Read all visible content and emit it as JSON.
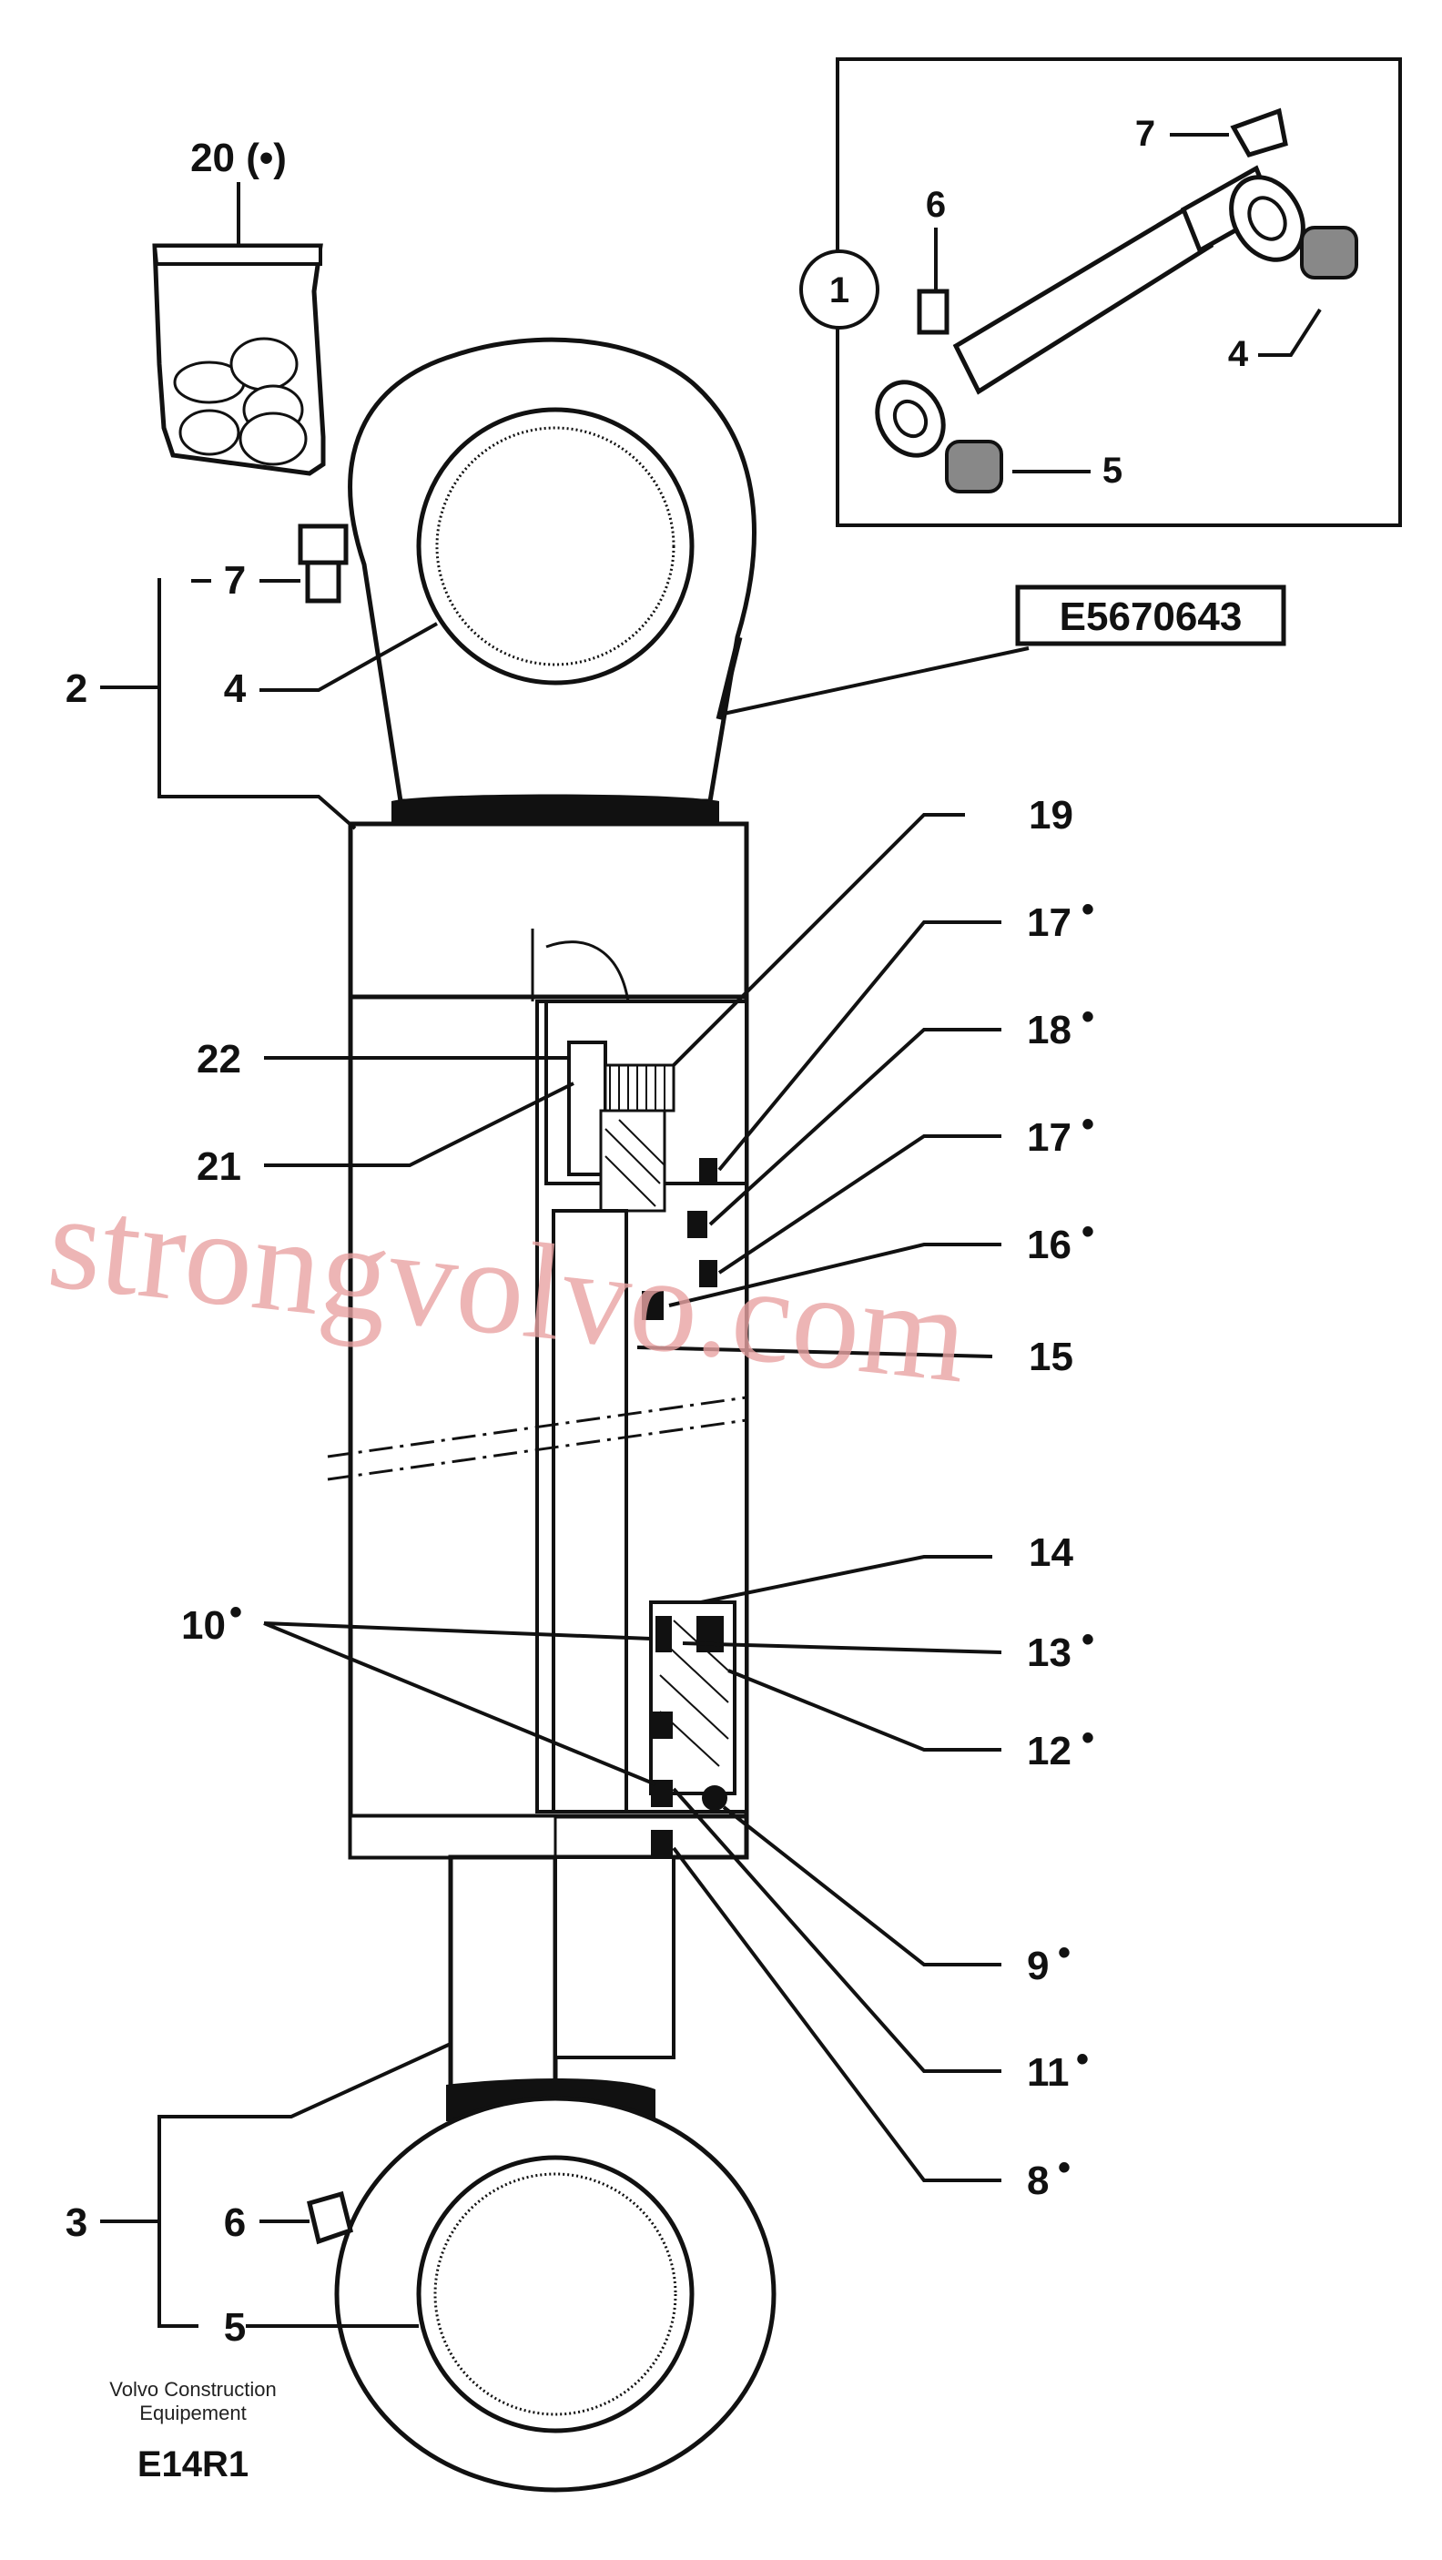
{
  "labels": {
    "p20": "20 (•)",
    "p7_top": "7",
    "p2": "2",
    "p4_top": "4",
    "p19": "19",
    "p17a": "17",
    "p18": "18",
    "p17b": "17",
    "p16": "16",
    "p15": "15",
    "p22": "22",
    "p21": "21",
    "p14": "14",
    "p13": "13",
    "p12": "12",
    "p10": "10",
    "p9": "9",
    "p11": "11",
    "p8": "8",
    "p3": "3",
    "p6_bot": "6",
    "p5_bot": "5",
    "inset_1": "1",
    "inset_7": "7",
    "inset_6": "6",
    "inset_4": "4",
    "inset_5": "5"
  },
  "bullet": "•",
  "part_number": "E5670643",
  "footer": {
    "company_line1": "Volvo Construction",
    "company_line2": "Equipement",
    "code": "E14R1"
  },
  "watermark": "strongvolvo.com"
}
